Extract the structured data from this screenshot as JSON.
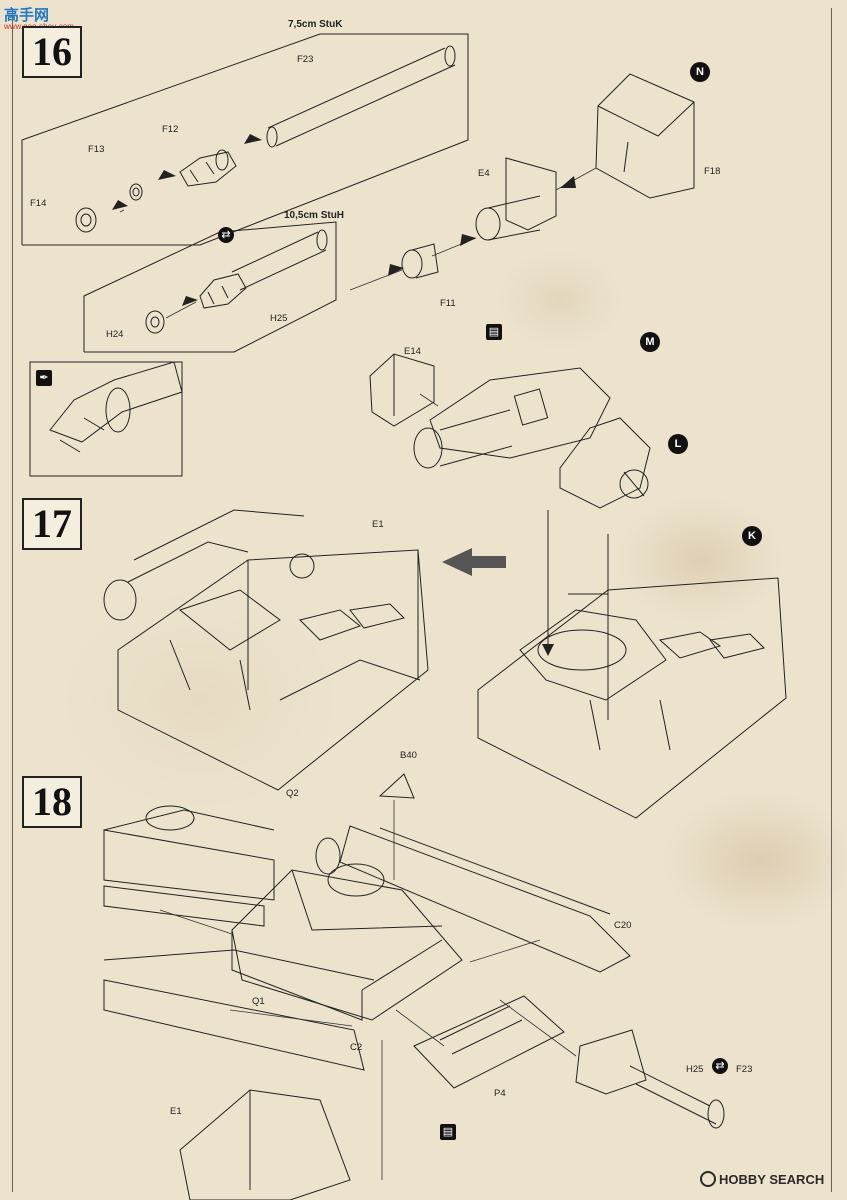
{
  "watermark": {
    "logo": "高手网",
    "url": "www.gao-shou.com"
  },
  "footer": {
    "brand": "HOBBY SEARCH"
  },
  "steps": [
    {
      "number": "16"
    },
    {
      "number": "17"
    },
    {
      "number": "18"
    }
  ],
  "step16": {
    "variant_a_title": "7,5cm StuK",
    "variant_b_title": "10,5cm StuH",
    "parts": {
      "f23": "F23",
      "f12": "F12",
      "f13": "F13",
      "f14": "F14",
      "h25": "H25",
      "h24": "H24",
      "e4": "E4",
      "f18": "F18",
      "f11": "F11",
      "e14": "E14"
    },
    "markers": {
      "n": "N",
      "m": "M",
      "l": "L"
    }
  },
  "step17": {
    "parts": {
      "e1": "E1"
    },
    "markers": {
      "k": "K"
    }
  },
  "step18": {
    "parts": {
      "b40": "B40",
      "q2": "Q2",
      "c20": "C20",
      "q1": "Q1",
      "c2": "C2",
      "p4": "P4",
      "h25": "H25",
      "f23": "F23",
      "e1": "E1"
    }
  },
  "icons": {
    "swap": "swap-icon",
    "glue": "glue-icon",
    "paint": "paint-brush-icon"
  }
}
